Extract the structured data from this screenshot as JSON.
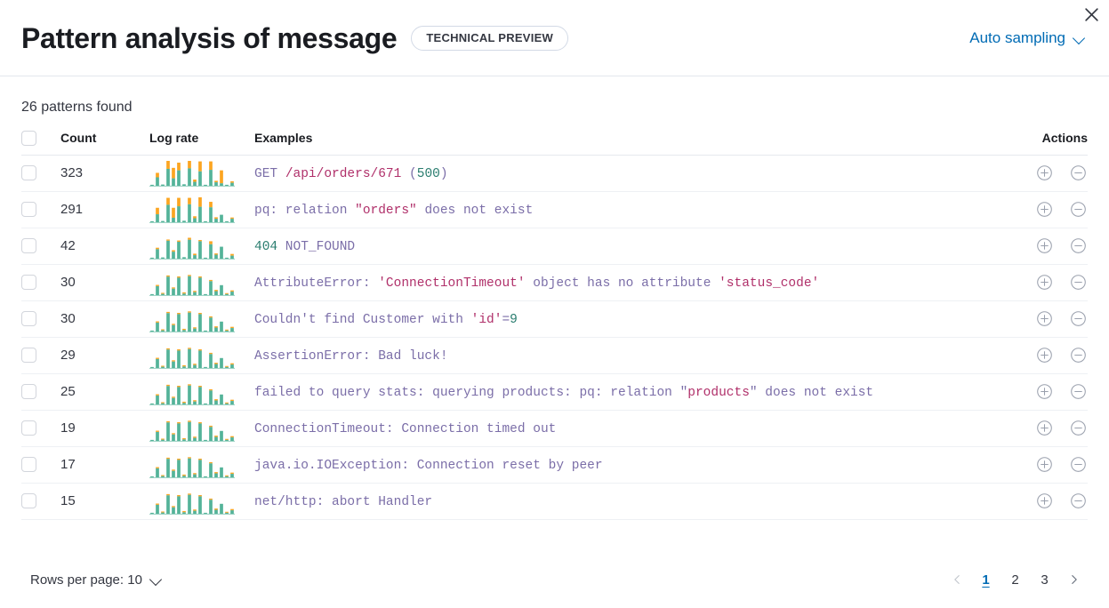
{
  "header": {
    "title": "Pattern analysis of message",
    "badge": "TECHNICAL PREVIEW",
    "sampling_label": "Auto sampling",
    "close_icon": "close-icon",
    "chevron_icon": "chevron-down-icon",
    "accent_color": "#006bb4"
  },
  "summary": {
    "patterns_found": "26 patterns found"
  },
  "table": {
    "columns": {
      "select": "",
      "count": "Count",
      "log_rate": "Log rate",
      "examples": "Examples",
      "actions": "Actions"
    },
    "colors": {
      "bar_primary": "#54b399",
      "bar_secondary": "#fca521"
    },
    "rows": [
      {
        "count": "323",
        "example_tokens": [
          {
            "t": "GET ",
            "c": "def"
          },
          {
            "t": "/api/orders/671",
            "c": "str"
          },
          {
            "t": " (",
            "c": "def"
          },
          {
            "t": "500",
            "c": "num"
          },
          {
            "t": ")",
            "c": "def"
          }
        ],
        "bars": [
          {
            "h": 4,
            "o": 0
          },
          {
            "h": 34,
            "o": 18
          },
          {
            "h": 5,
            "o": 0
          },
          {
            "h": 68,
            "o": 32
          },
          {
            "h": 30,
            "o": 42
          },
          {
            "h": 62,
            "o": 31
          },
          {
            "h": 6,
            "o": 0
          },
          {
            "h": 70,
            "o": 30
          },
          {
            "h": 16,
            "o": 9
          },
          {
            "h": 58,
            "o": 40
          },
          {
            "h": 4,
            "o": 0
          },
          {
            "h": 64,
            "o": 34
          },
          {
            "h": 14,
            "o": 6
          },
          {
            "h": 10,
            "o": 52
          },
          {
            "h": 4,
            "o": 0
          },
          {
            "h": 12,
            "o": 6
          }
        ]
      },
      {
        "count": "291",
        "example_tokens": [
          {
            "t": "pq: relation ",
            "c": "def"
          },
          {
            "t": "\"orders\"",
            "c": "str"
          },
          {
            "t": " does not exist",
            "c": "def"
          }
        ],
        "bars": [
          {
            "h": 4,
            "o": 0
          },
          {
            "h": 32,
            "o": 26
          },
          {
            "h": 5,
            "o": 0
          },
          {
            "h": 70,
            "o": 28
          },
          {
            "h": 18,
            "o": 40
          },
          {
            "h": 64,
            "o": 34
          },
          {
            "h": 6,
            "o": 0
          },
          {
            "h": 72,
            "o": 26
          },
          {
            "h": 16,
            "o": 8
          },
          {
            "h": 62,
            "o": 38
          },
          {
            "h": 4,
            "o": 0
          },
          {
            "h": 60,
            "o": 22
          },
          {
            "h": 14,
            "o": 6
          },
          {
            "h": 30,
            "o": 0
          },
          {
            "h": 4,
            "o": 0
          },
          {
            "h": 14,
            "o": 5
          }
        ]
      },
      {
        "count": "42",
        "example_tokens": [
          {
            "t": "404",
            "c": "num"
          },
          {
            "t": " NOT_FOUND",
            "c": "def"
          }
        ],
        "bars": [
          {
            "h": 4,
            "o": 0
          },
          {
            "h": 38,
            "o": 6
          },
          {
            "h": 5,
            "o": 0
          },
          {
            "h": 72,
            "o": 5
          },
          {
            "h": 28,
            "o": 6
          },
          {
            "h": 68,
            "o": 5
          },
          {
            "h": 6,
            "o": 0
          },
          {
            "h": 76,
            "o": 8
          },
          {
            "h": 14,
            "o": 6
          },
          {
            "h": 70,
            "o": 5
          },
          {
            "h": 4,
            "o": 0
          },
          {
            "h": 58,
            "o": 12
          },
          {
            "h": 16,
            "o": 5
          },
          {
            "h": 48,
            "o": 0
          },
          {
            "h": 4,
            "o": 0
          },
          {
            "h": 12,
            "o": 7
          }
        ]
      },
      {
        "count": "30",
        "example_tokens": [
          {
            "t": "AttributeError: ",
            "c": "def"
          },
          {
            "t": "'ConnectionTimeout'",
            "c": "str"
          },
          {
            "t": " object has no attribute ",
            "c": "def"
          },
          {
            "t": "'status_code'",
            "c": "str"
          }
        ],
        "bars": [
          {
            "h": 4,
            "o": 0
          },
          {
            "h": 36,
            "o": 5
          },
          {
            "h": 5,
            "o": 4
          },
          {
            "h": 74,
            "o": 5
          },
          {
            "h": 26,
            "o": 5
          },
          {
            "h": 70,
            "o": 5
          },
          {
            "h": 6,
            "o": 5
          },
          {
            "h": 76,
            "o": 5
          },
          {
            "h": 12,
            "o": 5
          },
          {
            "h": 70,
            "o": 5
          },
          {
            "h": 4,
            "o": 0
          },
          {
            "h": 56,
            "o": 5
          },
          {
            "h": 16,
            "o": 5
          },
          {
            "h": 40,
            "o": 0
          },
          {
            "h": 4,
            "o": 4
          },
          {
            "h": 14,
            "o": 5
          }
        ]
      },
      {
        "count": "30",
        "example_tokens": [
          {
            "t": "Couldn't find Customer with ",
            "c": "def"
          },
          {
            "t": "'id'",
            "c": "str"
          },
          {
            "t": "=",
            "c": "def"
          },
          {
            "t": "9",
            "c": "num"
          }
        ],
        "bars": [
          {
            "h": 4,
            "o": 0
          },
          {
            "h": 36,
            "o": 5
          },
          {
            "h": 5,
            "o": 4
          },
          {
            "h": 74,
            "o": 5
          },
          {
            "h": 26,
            "o": 5
          },
          {
            "h": 70,
            "o": 5
          },
          {
            "h": 6,
            "o": 5
          },
          {
            "h": 76,
            "o": 5
          },
          {
            "h": 12,
            "o": 5
          },
          {
            "h": 70,
            "o": 5
          },
          {
            "h": 4,
            "o": 0
          },
          {
            "h": 56,
            "o": 5
          },
          {
            "h": 16,
            "o": 5
          },
          {
            "h": 40,
            "o": 0
          },
          {
            "h": 4,
            "o": 4
          },
          {
            "h": 14,
            "o": 5
          }
        ]
      },
      {
        "count": "29",
        "example_tokens": [
          {
            "t": "AssertionError: Bad luck!",
            "c": "def"
          }
        ],
        "bars": [
          {
            "h": 4,
            "o": 0
          },
          {
            "h": 36,
            "o": 5
          },
          {
            "h": 5,
            "o": 4
          },
          {
            "h": 74,
            "o": 5
          },
          {
            "h": 26,
            "o": 5
          },
          {
            "h": 70,
            "o": 5
          },
          {
            "h": 6,
            "o": 5
          },
          {
            "h": 76,
            "o": 5
          },
          {
            "h": 12,
            "o": 5
          },
          {
            "h": 70,
            "o": 5
          },
          {
            "h": 4,
            "o": 0
          },
          {
            "h": 56,
            "o": 5
          },
          {
            "h": 16,
            "o": 5
          },
          {
            "h": 40,
            "o": 0
          },
          {
            "h": 4,
            "o": 4
          },
          {
            "h": 14,
            "o": 5
          }
        ]
      },
      {
        "count": "25",
        "example_tokens": [
          {
            "t": "failed to query stats: querying products: pq: relation \"",
            "c": "def"
          },
          {
            "t": "products",
            "c": "str"
          },
          {
            "t": "\" does not exist",
            "c": "def"
          }
        ],
        "bars": [
          {
            "h": 4,
            "o": 0
          },
          {
            "h": 36,
            "o": 5
          },
          {
            "h": 5,
            "o": 4
          },
          {
            "h": 74,
            "o": 5
          },
          {
            "h": 26,
            "o": 5
          },
          {
            "h": 70,
            "o": 5
          },
          {
            "h": 6,
            "o": 5
          },
          {
            "h": 76,
            "o": 5
          },
          {
            "h": 12,
            "o": 5
          },
          {
            "h": 70,
            "o": 5
          },
          {
            "h": 4,
            "o": 0
          },
          {
            "h": 56,
            "o": 5
          },
          {
            "h": 16,
            "o": 5
          },
          {
            "h": 40,
            "o": 0
          },
          {
            "h": 4,
            "o": 4
          },
          {
            "h": 14,
            "o": 5
          }
        ]
      },
      {
        "count": "19",
        "example_tokens": [
          {
            "t": "ConnectionTimeout: Connection timed out",
            "c": "def"
          }
        ],
        "bars": [
          {
            "h": 4,
            "o": 0
          },
          {
            "h": 36,
            "o": 5
          },
          {
            "h": 5,
            "o": 4
          },
          {
            "h": 74,
            "o": 5
          },
          {
            "h": 26,
            "o": 5
          },
          {
            "h": 70,
            "o": 5
          },
          {
            "h": 6,
            "o": 5
          },
          {
            "h": 76,
            "o": 5
          },
          {
            "h": 12,
            "o": 5
          },
          {
            "h": 70,
            "o": 5
          },
          {
            "h": 4,
            "o": 0
          },
          {
            "h": 56,
            "o": 5
          },
          {
            "h": 16,
            "o": 5
          },
          {
            "h": 40,
            "o": 0
          },
          {
            "h": 4,
            "o": 4
          },
          {
            "h": 14,
            "o": 5
          }
        ]
      },
      {
        "count": "17",
        "example_tokens": [
          {
            "t": "java.io.IOException: Connection reset by peer",
            "c": "def"
          }
        ],
        "bars": [
          {
            "h": 4,
            "o": 0
          },
          {
            "h": 36,
            "o": 5
          },
          {
            "h": 5,
            "o": 4
          },
          {
            "h": 74,
            "o": 5
          },
          {
            "h": 26,
            "o": 5
          },
          {
            "h": 70,
            "o": 5
          },
          {
            "h": 6,
            "o": 5
          },
          {
            "h": 76,
            "o": 5
          },
          {
            "h": 12,
            "o": 5
          },
          {
            "h": 70,
            "o": 5
          },
          {
            "h": 4,
            "o": 0
          },
          {
            "h": 56,
            "o": 5
          },
          {
            "h": 16,
            "o": 5
          },
          {
            "h": 40,
            "o": 0
          },
          {
            "h": 4,
            "o": 4
          },
          {
            "h": 14,
            "o": 5
          }
        ]
      },
      {
        "count": "15",
        "example_tokens": [
          {
            "t": "net/http: abort Handler",
            "c": "def"
          }
        ],
        "bars": [
          {
            "h": 4,
            "o": 0
          },
          {
            "h": 36,
            "o": 5
          },
          {
            "h": 5,
            "o": 4
          },
          {
            "h": 74,
            "o": 5
          },
          {
            "h": 26,
            "o": 5
          },
          {
            "h": 70,
            "o": 5
          },
          {
            "h": 6,
            "o": 5
          },
          {
            "h": 76,
            "o": 5
          },
          {
            "h": 12,
            "o": 5
          },
          {
            "h": 70,
            "o": 5
          },
          {
            "h": 4,
            "o": 0
          },
          {
            "h": 56,
            "o": 5
          },
          {
            "h": 16,
            "o": 5
          },
          {
            "h": 40,
            "o": 0
          },
          {
            "h": 4,
            "o": 4
          },
          {
            "h": 14,
            "o": 5
          }
        ]
      }
    ]
  },
  "footer": {
    "rows_per_page_label": "Rows per page: 10",
    "prev_label": "Previous page",
    "next_label": "Next page",
    "pages": [
      "1",
      "2",
      "3"
    ],
    "active_page": "1"
  }
}
